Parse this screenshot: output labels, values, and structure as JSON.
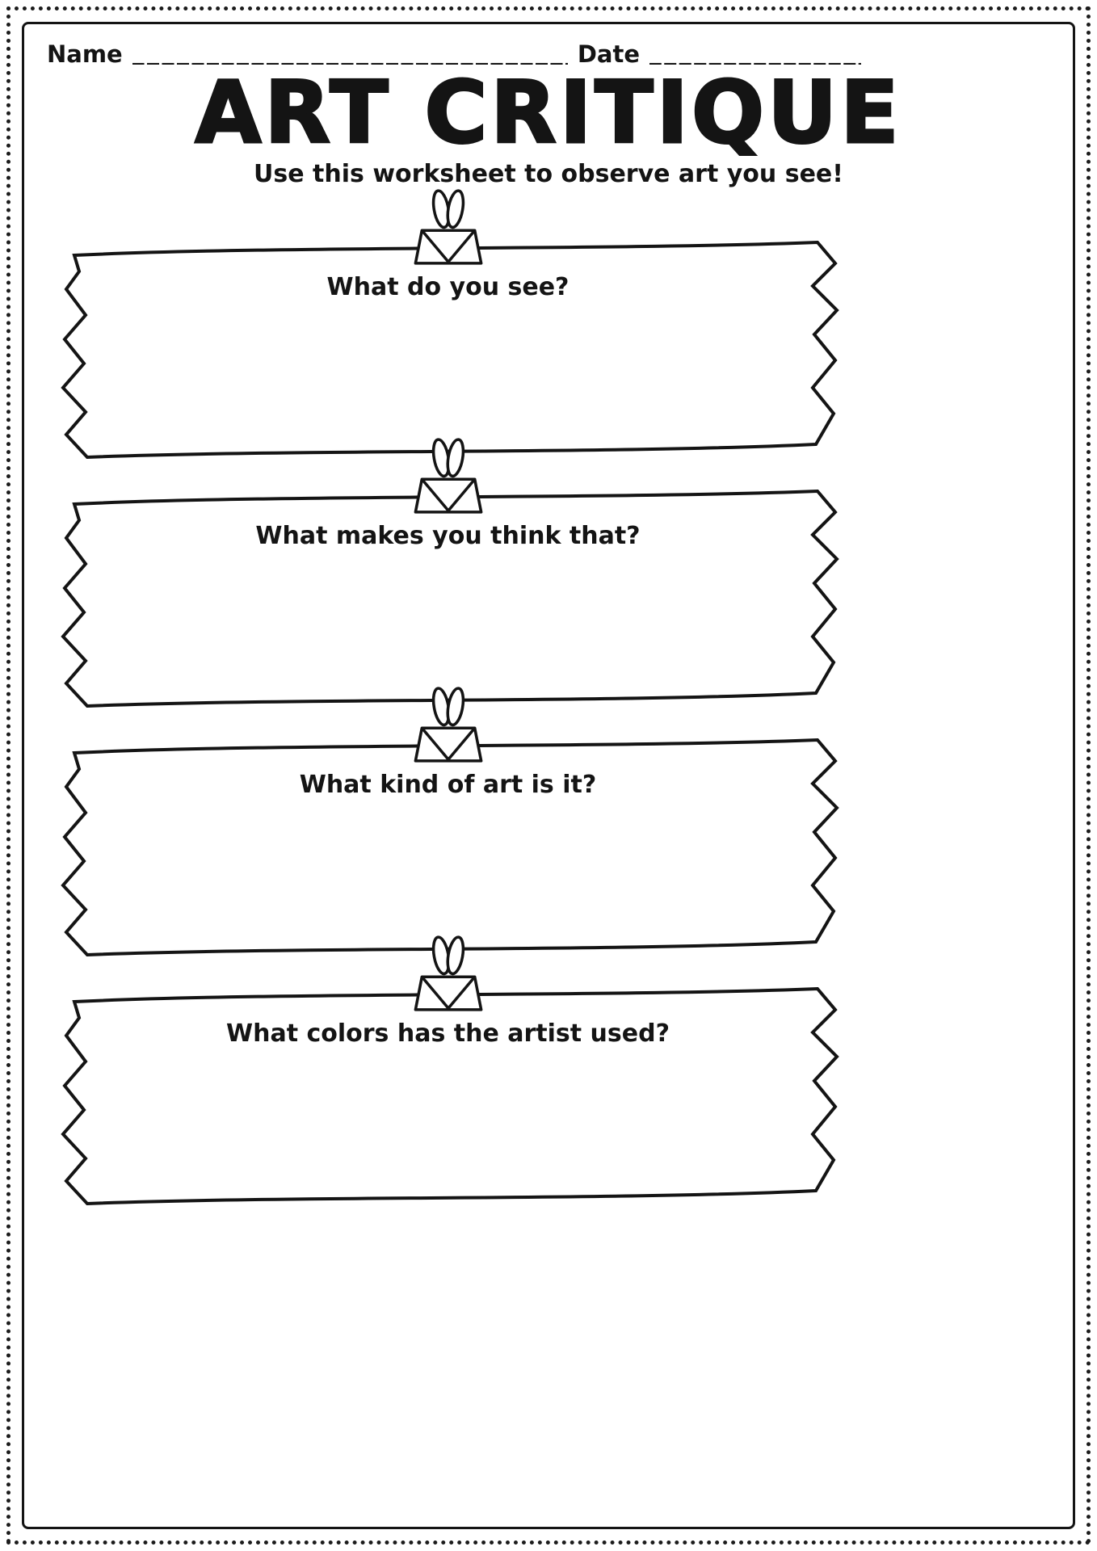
{
  "page": {
    "background_color": "#ffffff",
    "ink_color": "#141414"
  },
  "header": {
    "name_label": "Name",
    "name_line": "____________________________________",
    "date_label": "Date",
    "date_line": "________________"
  },
  "title": "ART CRITIQUE",
  "subtitle": "Use this worksheet to observe art you see!",
  "sections": [
    {
      "question": "What do you see?"
    },
    {
      "question": "What makes you think that?"
    },
    {
      "question": "What kind of art is it?"
    },
    {
      "question": "What colors has the artist used?"
    }
  ],
  "icons": {
    "binder_clip": "binder-clip-icon",
    "banner": "torn-paper-banner"
  }
}
